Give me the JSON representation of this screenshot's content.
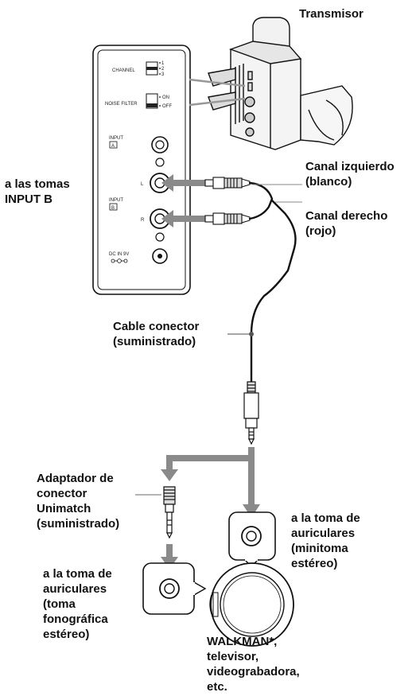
{
  "labels": {
    "transmisor": "Transmisor",
    "input_b_line1": "a las tomas",
    "input_b_line2": "INPUT B",
    "canal_izq_line1": "Canal izquierdo",
    "canal_izq_line2": "(blanco)",
    "canal_der_line1": "Canal derecho",
    "canal_der_line2": "(rojo)",
    "cable_line1": "Cable conector",
    "cable_line2": "(suministrado)",
    "adaptador_line1": "Adaptador de",
    "adaptador_line2": "conector",
    "adaptador_line3": "Unimatch",
    "adaptador_line4": "(suministrado)",
    "mini_line1": "a la toma de",
    "mini_line2": "auriculares",
    "mini_line3": "(minitoma",
    "mini_line4": "estéreo)",
    "fono_line1": "a la toma de",
    "fono_line2": "auriculares",
    "fono_line3": "(toma",
    "fono_line4": "fonográfica",
    "fono_line5": "estéreo)",
    "walkman_line1": "WALKMAN*,",
    "walkman_line2": "televisor,",
    "walkman_line3": "videograbadora,",
    "walkman_line4": "etc."
  },
  "panel": {
    "channel": "CHANNEL",
    "ch1": "1",
    "ch2": "2",
    "ch3": "3",
    "noise_filter": "NOISE FILTER",
    "on": "ON",
    "off": "OFF",
    "input": "INPUT",
    "input_a": "A",
    "input_b": "B",
    "left": "L",
    "right": "R",
    "dc_in": "DC IN 9V"
  }
}
